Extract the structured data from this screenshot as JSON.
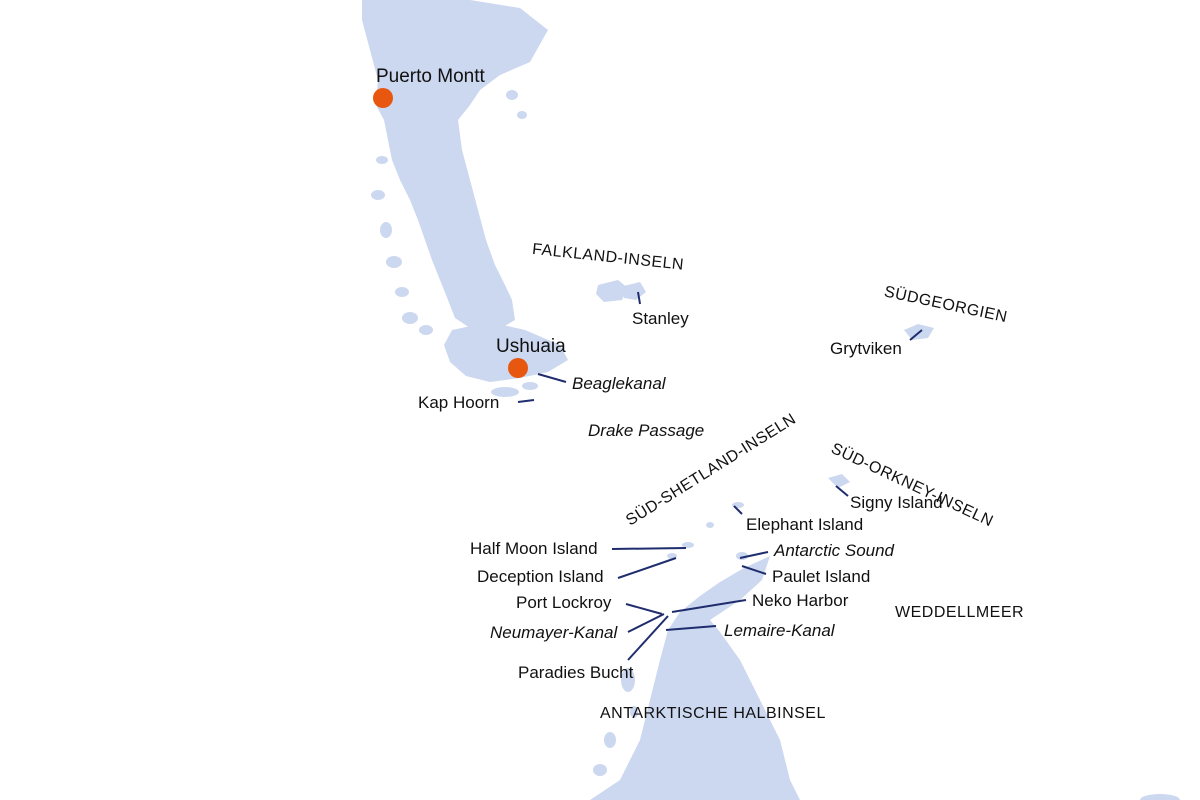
{
  "colors": {
    "land": "#ccd8f0",
    "leader": "#1f2d6e",
    "city_marker": "#e8570f",
    "text": "#111111",
    "background": "#ffffff"
  },
  "cities": {
    "puerto_montt": "Puerto Montt",
    "ushuaia": "Ushuaia"
  },
  "places": {
    "stanley": "Stanley",
    "grytviken": "Grytviken",
    "kap_hoorn": "Kap Hoorn",
    "signy_island": "Signy Island",
    "elephant_island": "Elephant Island",
    "half_moon_island": "Half Moon Island",
    "deception_island": "Deception Island",
    "paulet_island": "Paulet Island",
    "port_lockroy": "Port Lockroy",
    "neko_harbor": "Neko Harbor",
    "paradies_bucht": "Paradies Bucht"
  },
  "waters": {
    "beaglekanal": "Beaglekanal",
    "drake_passage": "Drake Passage",
    "antarctic_sound": "Antarctic Sound",
    "neumayer_kanal": "Neumayer-Kanal",
    "lemaire_kanal": "Lemaire-Kanal"
  },
  "regions": {
    "falkland": "FALKLAND-INSELN",
    "suedgeorgien": "SÜDGEORGIEN",
    "sued_shetland": "SÜD-SHETLAND-INSELN",
    "sued_orkney": "SÜD-ORKNEY-INSELN",
    "weddellmeer": "WEDDELLMEER",
    "antarktische_halbinsel": "ANTARKTISCHE HALBINSEL"
  }
}
